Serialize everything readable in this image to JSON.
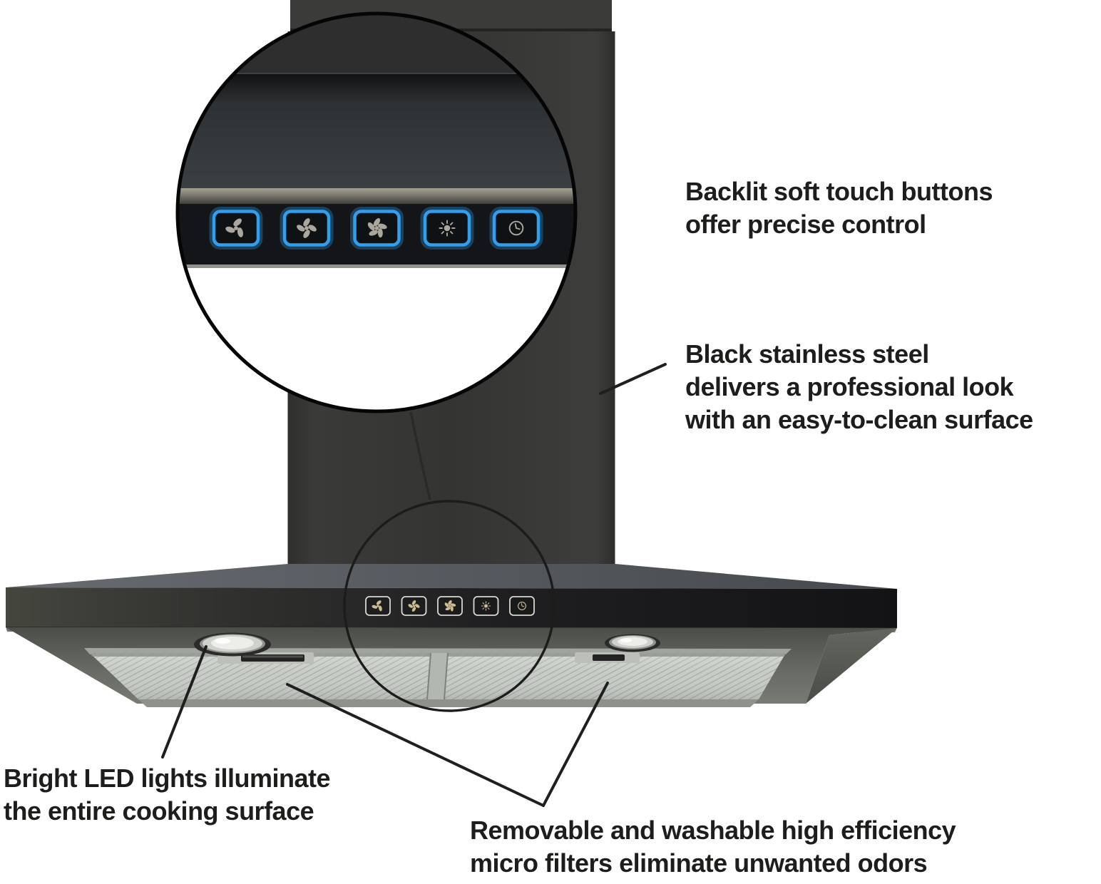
{
  "annotations": {
    "backlit": {
      "lines": [
        "Backlit soft touch buttons",
        "offer precise control"
      ]
    },
    "steel": {
      "lines": [
        "Black stainless steel",
        "delivers a professional look",
        "with an easy-to-clean surface"
      ]
    },
    "led": {
      "lines": [
        "Bright LED lights illuminate",
        "the entire cooking surface"
      ]
    },
    "filters": {
      "lines": [
        "Removable and washable high efficiency",
        "micro filters eliminate unwanted odors"
      ]
    }
  },
  "controls": {
    "icons": [
      "fan-speed-1-icon",
      "fan-speed-2-icon",
      "fan-speed-3-icon",
      "light-icon",
      "timer-icon"
    ],
    "backlight_color": "#2f9fee",
    "hood_icon_color": "#cdbb92",
    "inset_icon_color": "#aba79c"
  },
  "product": {
    "body_color": "#343331",
    "annotation_text_color": "#1d1d1b"
  }
}
